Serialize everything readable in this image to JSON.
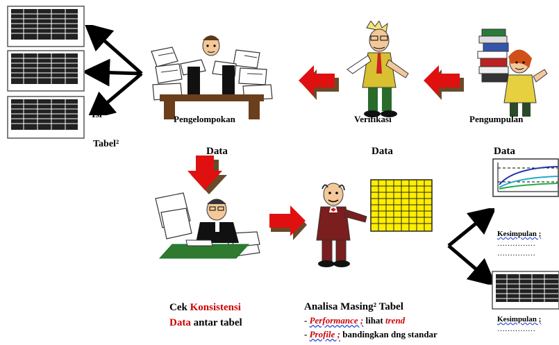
{
  "labels": {
    "isi": "Isi",
    "tabel": "Tabel²",
    "pengelompokan": "Pengelompokan",
    "verifikasi": "Verifikasi",
    "pengumpulan": "Pengumpulan",
    "data_1": "Data",
    "data_2": "Data",
    "data_3": "Data"
  },
  "cek": {
    "part1": "Cek ",
    "part2": "Konsistensi",
    "part3": "Data",
    "part4": " antar tabel"
  },
  "analisa": {
    "title": "Analisa Masing² Tabel",
    "bullet1_dash": "- ",
    "bullet1_term": "Performance ;",
    "bullet1_text": " lihat ",
    "bullet1_trend": "trend",
    "bullet2_dash": "- ",
    "bullet2_term": "Profile ;",
    "bullet2_text": " bandingkan dng standar"
  },
  "kesimpulan": {
    "label_1": "Kesimpulan ;",
    "label_2": "Kesimpulan ;",
    "dots": "……………"
  },
  "colors": {
    "arrow_red": "#e01010",
    "arrow_shadow": "#6b4a2a",
    "grid_yellow": "#ffee00",
    "text_red": "#cc0000"
  }
}
